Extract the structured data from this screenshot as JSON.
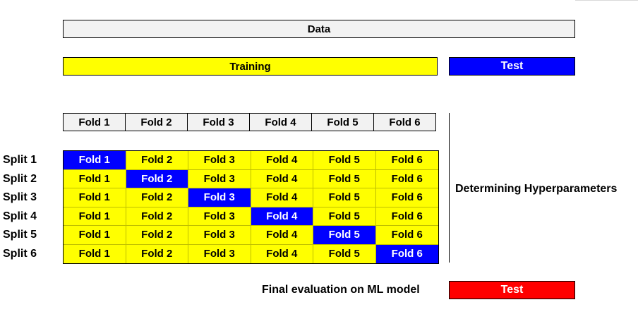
{
  "data_label": "Data",
  "training_label": "Training",
  "test_label_top": "Test",
  "test_label_bottom": "Test",
  "hyperparameters_label": "Determining Hyperparameters",
  "final_evaluation_label": "Final evaluation on ML model",
  "folds": [
    "Fold 1",
    "Fold 2",
    "Fold 3",
    "Fold 4",
    "Fold 5",
    "Fold 6"
  ],
  "splits": [
    {
      "label": "Split 1",
      "test_fold": 0
    },
    {
      "label": "Split 2",
      "test_fold": 1
    },
    {
      "label": "Split 3",
      "test_fold": 2
    },
    {
      "label": "Split 4",
      "test_fold": 3
    },
    {
      "label": "Split 5",
      "test_fold": 4
    },
    {
      "label": "Split 6",
      "test_fold": 5
    }
  ],
  "colors": {
    "training": "#ffff00",
    "validation": "#0000ff",
    "final_test": "#ff0000",
    "data": "#f2f2f2"
  }
}
